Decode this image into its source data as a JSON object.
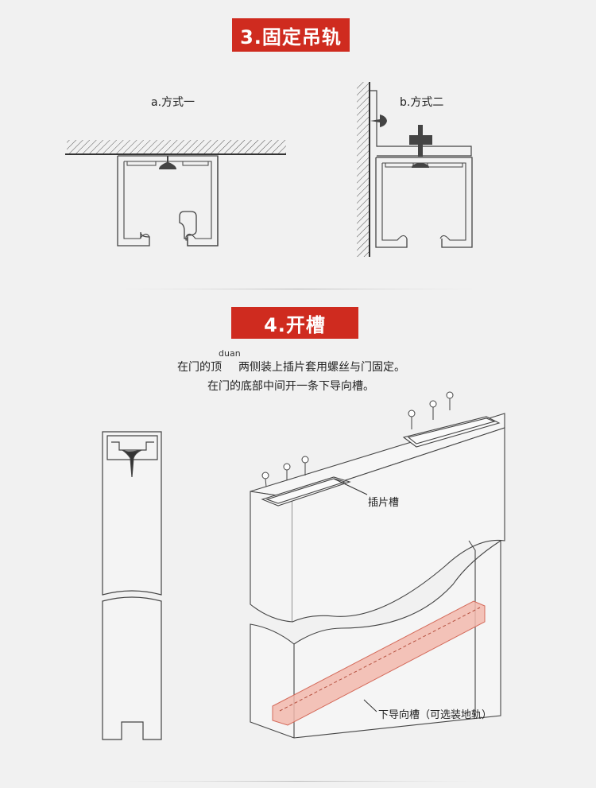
{
  "section3": {
    "title": "3.固定吊轨",
    "method_a": "a.方式一",
    "method_b": "b.方式二"
  },
  "section4": {
    "title": "4.开槽",
    "ruby": "duan",
    "line1_part1": "在门的顶",
    "line1_part2": "两侧装上插片套用螺丝与门固定。",
    "line2": "在门的底部中间开一条下导向槽。",
    "label_insert_slot": "插片槽",
    "label_bottom_groove": "下导向槽（可选装地轨）"
  },
  "colors": {
    "banner": "#cf2b1f",
    "background": "#f1f1f1",
    "groove_fill": "#f2b8ad"
  }
}
